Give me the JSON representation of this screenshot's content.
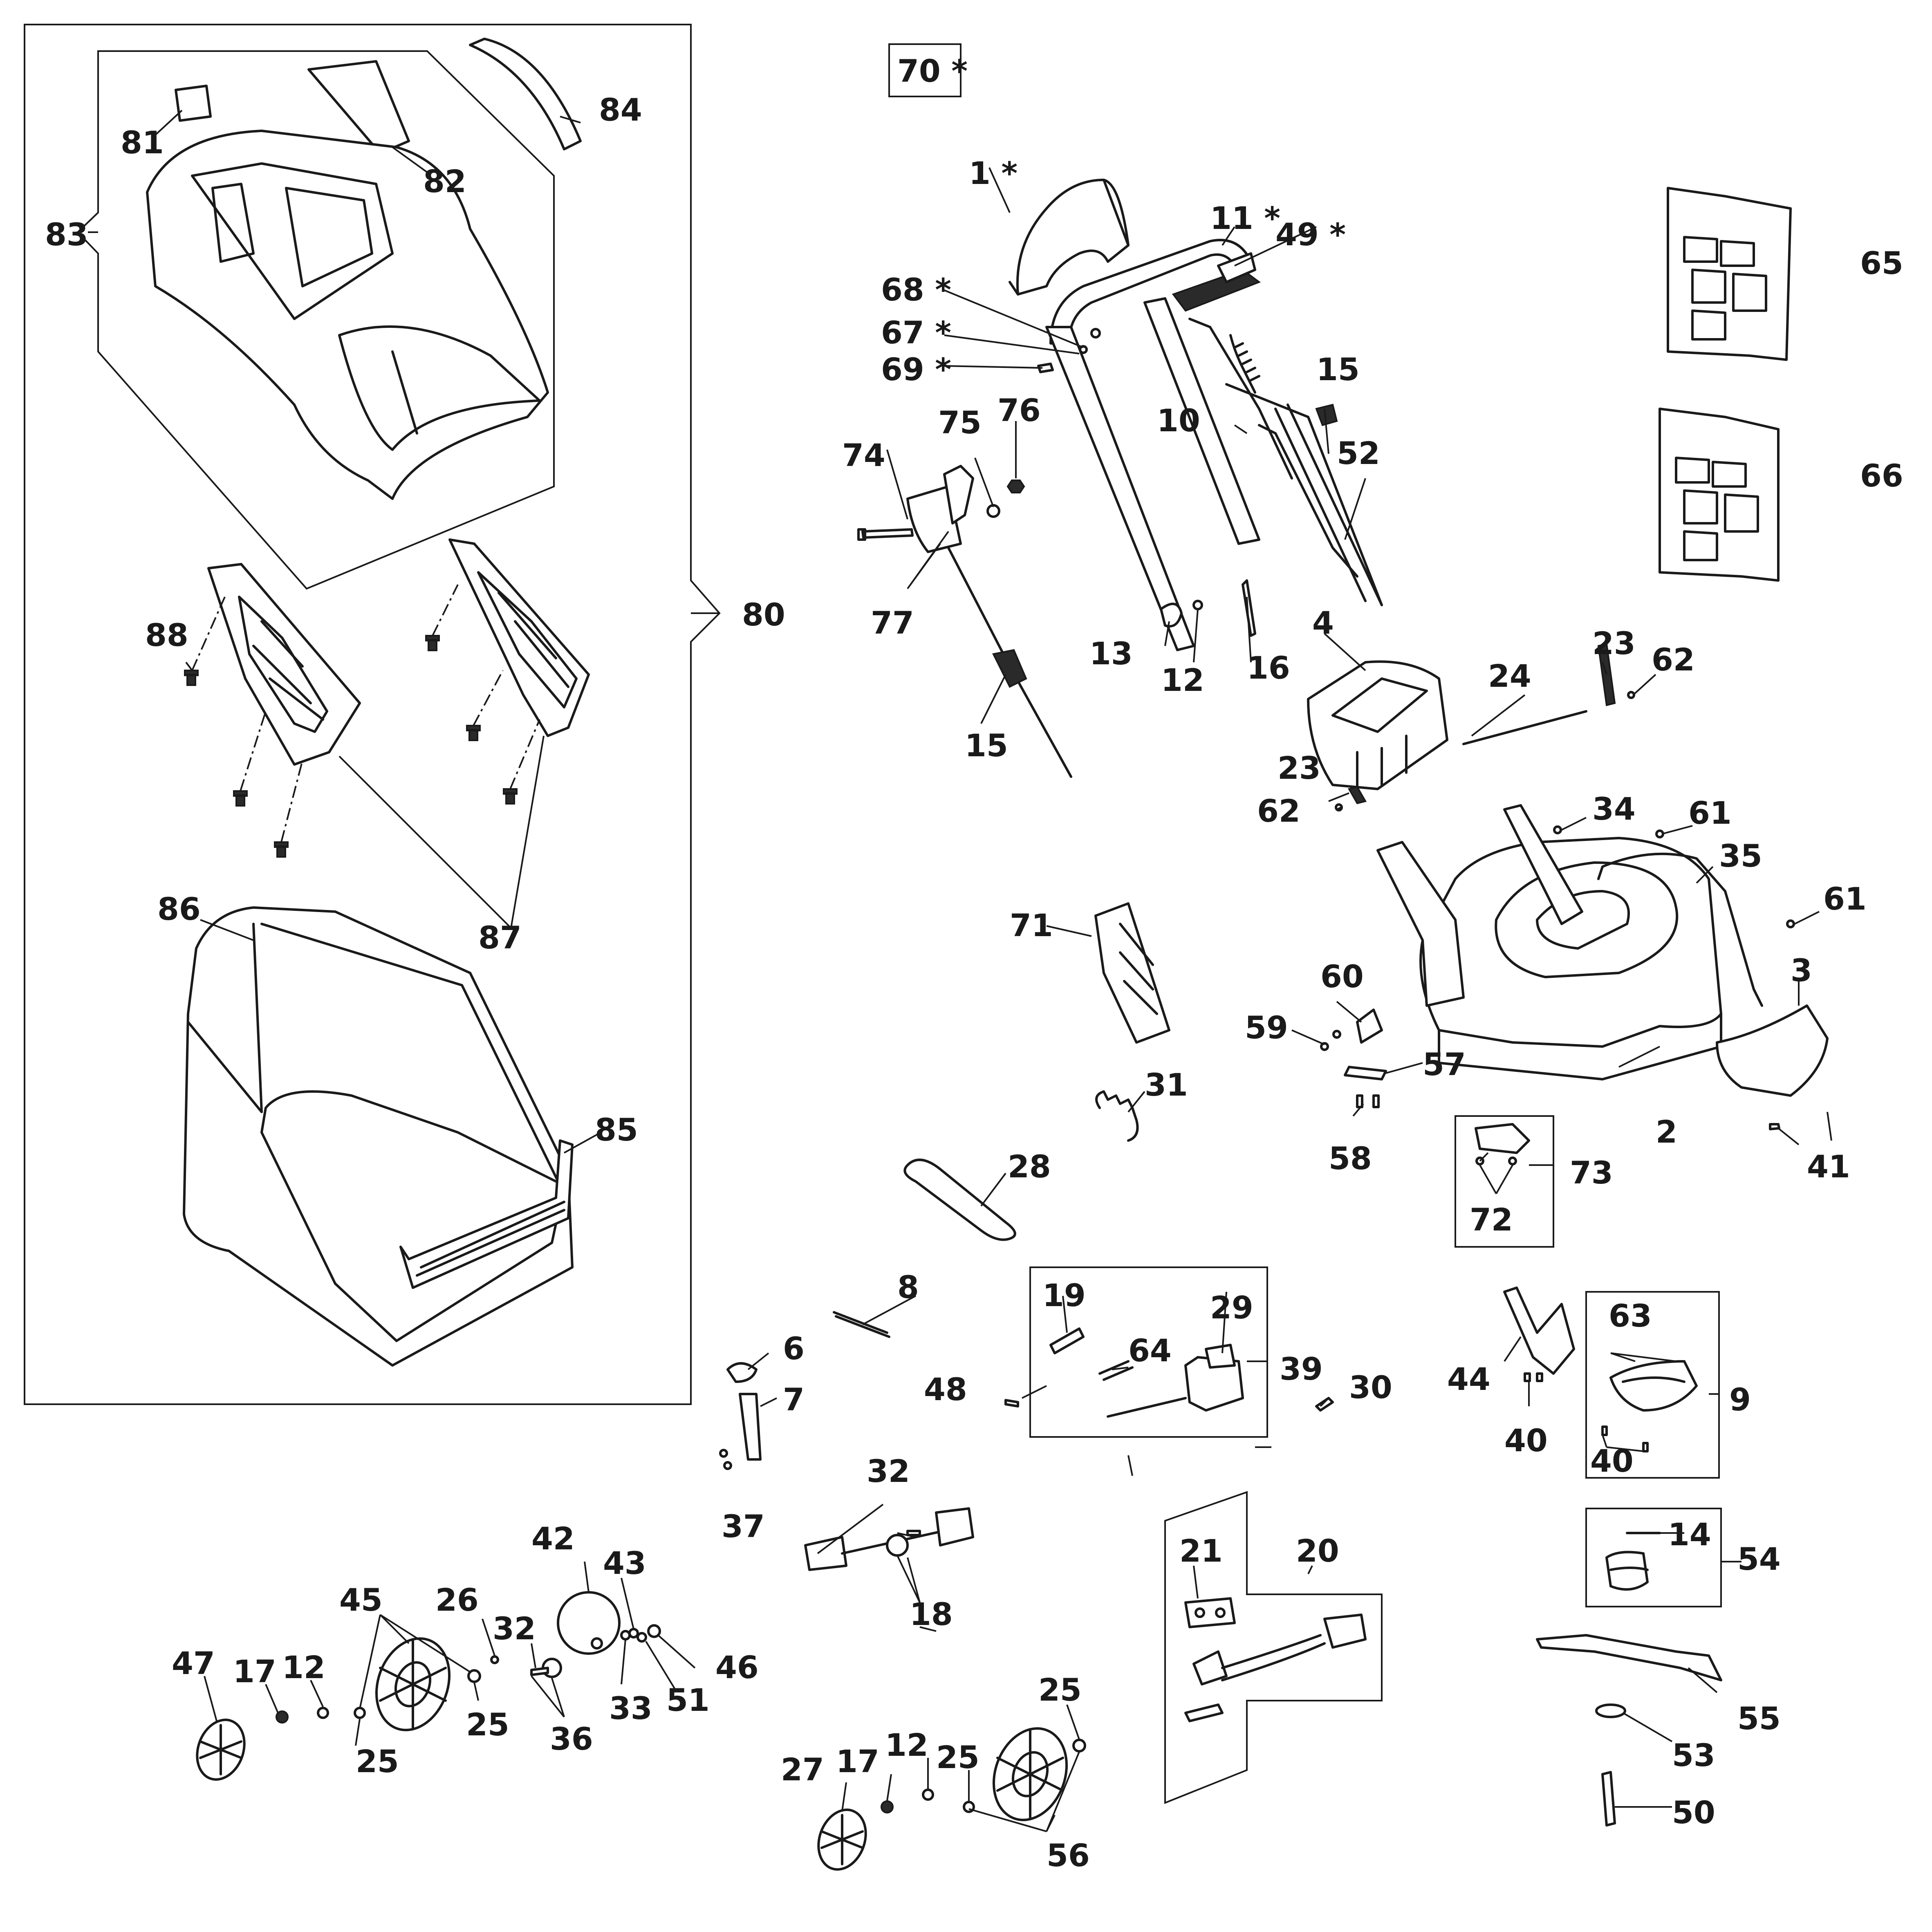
{
  "diagram": {
    "header_box_label": "70 *",
    "callouts": {
      "c1": "1 *",
      "c2": "2",
      "c3": "3",
      "c4": "4",
      "c6": "6",
      "c7": "7",
      "c8": "8",
      "c9": "9",
      "c10": "10",
      "c11": "11 *",
      "c12a": "12",
      "c12b": "12",
      "c12c": "12",
      "c13": "13",
      "c14": "14",
      "c15a": "15",
      "c15b": "15",
      "c16": "16",
      "c17a": "17",
      "c17b": "17",
      "c18": "18",
      "c19": "19",
      "c20": "20",
      "c21": "21",
      "c23a": "23",
      "c23b": "23",
      "c24": "24",
      "c25a": "25",
      "c25b": "25",
      "c25c": "25",
      "c25d": "25",
      "c26": "26",
      "c27": "27",
      "c28": "28",
      "c29": "29",
      "c30": "30",
      "c31": "31",
      "c32a": "32",
      "c32b": "32",
      "c33": "33",
      "c34": "34",
      "c35": "35",
      "c36": "36",
      "c37": "37",
      "c39": "39",
      "c40a": "40",
      "c40b": "40",
      "c41": "41",
      "c42": "42",
      "c43": "43",
      "c44": "44",
      "c45": "45",
      "c46": "46",
      "c47": "47",
      "c48": "48",
      "c49": "49 *",
      "c50": "50",
      "c51": "51",
      "c52": "52",
      "c53": "53",
      "c54": "54",
      "c55": "55",
      "c56": "56",
      "c57": "57",
      "c58": "58",
      "c59": "59",
      "c60": "60",
      "c61a": "61",
      "c61b": "61",
      "c62a": "62",
      "c62b": "62",
      "c63": "63",
      "c64": "64",
      "c65": "65",
      "c66": "66",
      "c67": "67 *",
      "c68": "68 *",
      "c69": "69 *",
      "c71": "71",
      "c72": "72",
      "c73": "73",
      "c74": "74",
      "c75": "75",
      "c76": "76",
      "c77": "77",
      "c80": "80",
      "c81": "81",
      "c82": "82",
      "c83": "83",
      "c84": "84",
      "c85": "85",
      "c86": "86",
      "c87": "87",
      "c88": "88"
    }
  }
}
